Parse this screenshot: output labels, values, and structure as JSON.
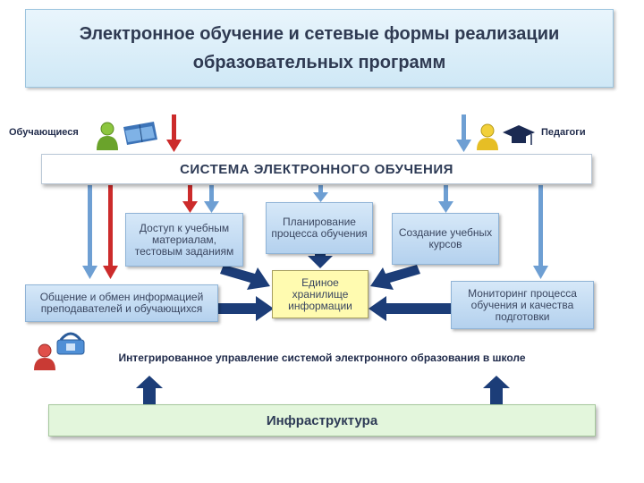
{
  "title": "Электронное обучение и сетевые формы реализации образовательных программ",
  "labels": {
    "students": "Обучающиеся",
    "teachers": "Педагоги"
  },
  "system": "СИСТЕМА ЭЛЕКТРОННОГО ОБУЧЕНИЯ",
  "nodes": {
    "access": "Доступ к учебным материалам, тестовым заданиям",
    "planning": "Планирование процесса обучения",
    "courses": "Создание учебных курсов",
    "communication": "Общение и обмен информацией преподавателей и обучающихся",
    "repository": "Единое хранилище информации",
    "monitoring": "Мониторинг процесса обучения и качества подготовки"
  },
  "caption": "Интегрированное управление системой электронного образования в школе",
  "infrastructure": "Инфраструктура",
  "colors": {
    "red_arrow": "#cc2b2b",
    "blue_arrow": "#6e9fd3",
    "navy_arrow": "#1c3d78",
    "node_fill": "#c4dcf3",
    "repository_fill": "#fffbb0",
    "infrastructure_fill": "#e3f6dc"
  }
}
